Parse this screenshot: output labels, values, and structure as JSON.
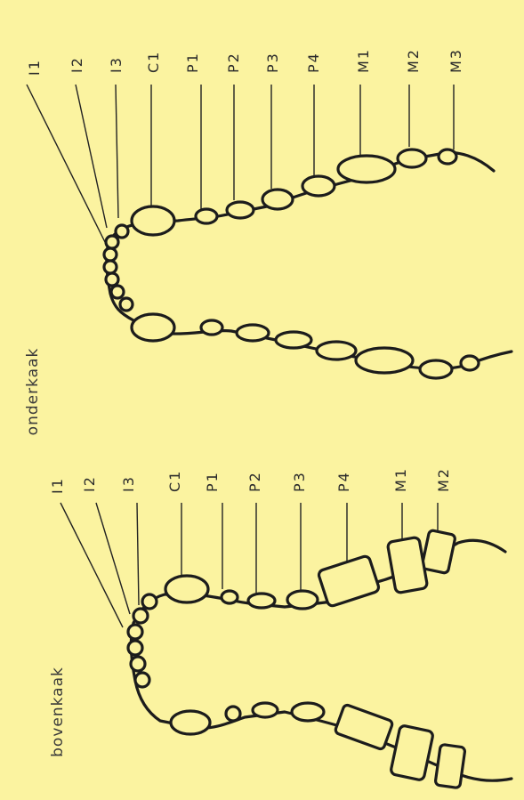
{
  "diagram": {
    "lower_jaw": {
      "title": "onderkaak",
      "labels": [
        "I1",
        "I2",
        "I3",
        "C1",
        "P1",
        "P2",
        "P3",
        "P4",
        "M1",
        "M2",
        "M3"
      ]
    },
    "upper_jaw": {
      "title": "bovenkaak",
      "labels": [
        "I1",
        "I2",
        "I3",
        "C1",
        "P1",
        "P2",
        "P3",
        "P4",
        "M1",
        "M2"
      ]
    },
    "colors": {
      "background": "#fbf3a0",
      "ink": "#1c1c1c"
    }
  }
}
